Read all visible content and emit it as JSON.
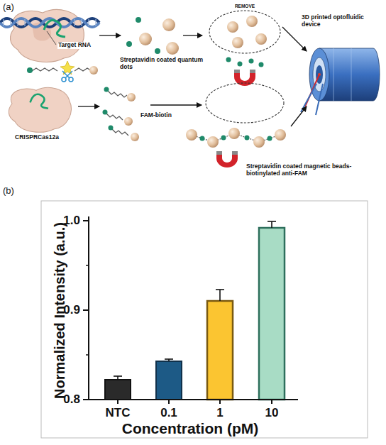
{
  "diagram": {
    "labels": [
      "(a)",
      "Target RNA",
      "Streptavidin coated quantum dots",
      "REMOVE",
      "3D printed optofluidic device",
      "CRISPRCas12a",
      "FAM-biotin",
      "Streptavidin coated magnetic beads-biotinylated anti-FAM",
      "(b)",
      "Normalized Intensity (a.u.)",
      "1.0",
      "0.9",
      "0.8",
      "NTC",
      "0.1",
      "1",
      "10",
      "Concentration (pM)"
    ]
  }
}
